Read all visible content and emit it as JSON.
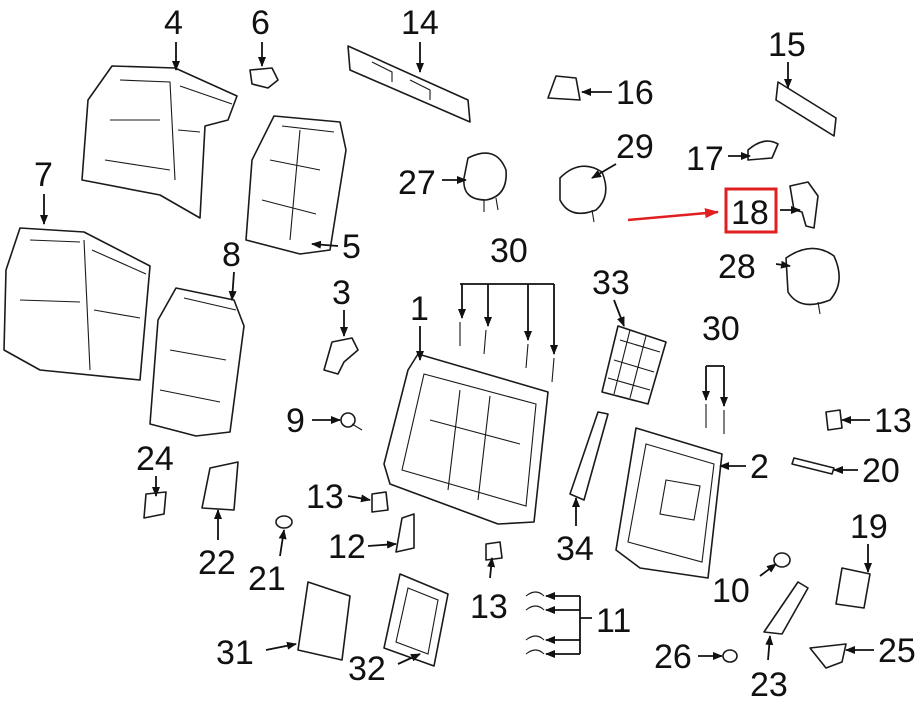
{
  "diagram": {
    "callouts": [
      {
        "id": "4",
        "label": "4"
      },
      {
        "id": "6",
        "label": "6"
      },
      {
        "id": "14",
        "label": "14"
      },
      {
        "id": "15",
        "label": "15"
      },
      {
        "id": "16",
        "label": "16"
      },
      {
        "id": "29",
        "label": "29"
      },
      {
        "id": "17",
        "label": "17"
      },
      {
        "id": "7",
        "label": "7"
      },
      {
        "id": "27",
        "label": "27"
      },
      {
        "id": "18",
        "label": "18"
      },
      {
        "id": "5",
        "label": "5"
      },
      {
        "id": "30a",
        "label": "30"
      },
      {
        "id": "8",
        "label": "8"
      },
      {
        "id": "28",
        "label": "28"
      },
      {
        "id": "33",
        "label": "33"
      },
      {
        "id": "3",
        "label": "3"
      },
      {
        "id": "1",
        "label": "1"
      },
      {
        "id": "30b",
        "label": "30"
      },
      {
        "id": "9",
        "label": "9"
      },
      {
        "id": "13a",
        "label": "13"
      },
      {
        "id": "24",
        "label": "24"
      },
      {
        "id": "2",
        "label": "2"
      },
      {
        "id": "20",
        "label": "20"
      },
      {
        "id": "13b",
        "label": "13"
      },
      {
        "id": "19",
        "label": "19"
      },
      {
        "id": "12",
        "label": "12"
      },
      {
        "id": "34",
        "label": "34"
      },
      {
        "id": "22",
        "label": "22"
      },
      {
        "id": "21",
        "label": "21"
      },
      {
        "id": "10",
        "label": "10"
      },
      {
        "id": "13c",
        "label": "13"
      },
      {
        "id": "11",
        "label": "11"
      },
      {
        "id": "31",
        "label": "31"
      },
      {
        "id": "26",
        "label": "26"
      },
      {
        "id": "25",
        "label": "25"
      },
      {
        "id": "32",
        "label": "32"
      },
      {
        "id": "23",
        "label": "23"
      }
    ],
    "highlight": {
      "part": "18",
      "box_color": "#e02020",
      "arrow_color": "#e02020"
    }
  }
}
